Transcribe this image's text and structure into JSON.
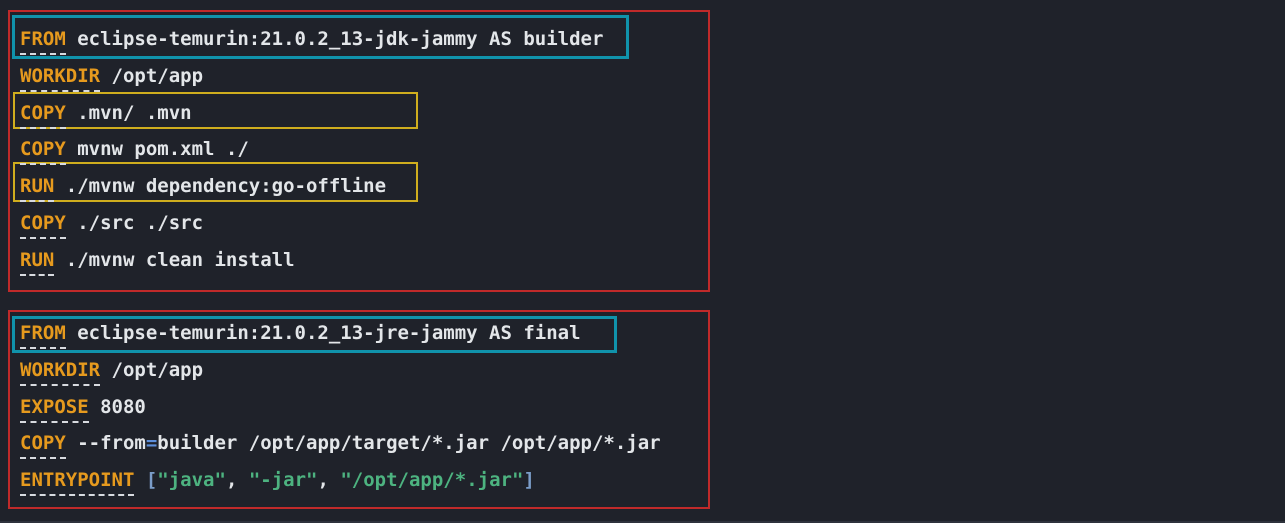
{
  "colors": {
    "background": "#1f222a",
    "plain": "#e3e6e9",
    "keyword": "#e69a1e",
    "string": "#4db380",
    "bracket": "#7b9dc9",
    "operator": "#5d8fdb",
    "underline": "#d8dbe0",
    "red_box": "#c02a2a",
    "cyan_box": "#1093ab",
    "yellow_box": "#cfae1e"
  },
  "annotations": [
    {
      "name": "builder-stage-outline",
      "color": "red",
      "wraps": "entire builder stage block"
    },
    {
      "name": "base-image-highlight-builder",
      "color": "cyan",
      "wraps": "FROM eclipse-temurin:21.0.2_13-jdk-jammy AS builder"
    },
    {
      "name": "copy-mvn-highlight",
      "color": "yellow",
      "wraps": "COPY .mvn/ .mvn"
    },
    {
      "name": "run-dependency-highlight",
      "color": "yellow",
      "wraps": "RUN ./mvnw dependency:go-offline"
    },
    {
      "name": "final-stage-outline",
      "color": "red",
      "wraps": "entire final stage block"
    },
    {
      "name": "base-image-highlight-final",
      "color": "cyan",
      "wraps": "FROM eclipse-temurin:21.0.2_13-jre-jammy AS final"
    }
  ],
  "code": {
    "language": "dockerfile",
    "blocks": [
      {
        "name": "builder-stage",
        "lines": [
          {
            "id": "from-builder",
            "segments": [
              {
                "t": "FROM",
                "c": "keyword"
              },
              {
                "t": " eclipse-temurin:21.0.2_13-jdk-jammy AS builder",
                "c": "plain"
              }
            ]
          },
          {
            "id": "workdir-builder",
            "segments": [
              {
                "t": "WORKDIR",
                "c": "keyword"
              },
              {
                "t": " /opt/app",
                "c": "plain"
              }
            ]
          },
          {
            "id": "copy-mvn",
            "segments": [
              {
                "t": "COPY",
                "c": "keyword"
              },
              {
                "t": " .mvn/ .mvn",
                "c": "plain"
              }
            ]
          },
          {
            "id": "copy-mvnw-pom",
            "segments": [
              {
                "t": "COPY",
                "c": "keyword"
              },
              {
                "t": " mvnw pom.xml ./",
                "c": "plain"
              }
            ]
          },
          {
            "id": "run-dependency",
            "segments": [
              {
                "t": "RUN",
                "c": "keyword"
              },
              {
                "t": " ./mvnw dependency:go-offline",
                "c": "plain"
              }
            ]
          },
          {
            "id": "copy-src",
            "segments": [
              {
                "t": "COPY",
                "c": "keyword"
              },
              {
                "t": " ./src ./src",
                "c": "plain"
              }
            ]
          },
          {
            "id": "run-install",
            "segments": [
              {
                "t": "RUN",
                "c": "keyword"
              },
              {
                "t": " ./mvnw clean install",
                "c": "plain"
              }
            ]
          }
        ]
      },
      {
        "name": "final-stage",
        "lines": [
          {
            "id": "from-final",
            "segments": [
              {
                "t": "FROM",
                "c": "keyword"
              },
              {
                "t": " eclipse-temurin:21.0.2_13-jre-jammy AS final",
                "c": "plain"
              }
            ]
          },
          {
            "id": "workdir-final",
            "segments": [
              {
                "t": "WORKDIR",
                "c": "keyword"
              },
              {
                "t": " /opt/app",
                "c": "plain"
              }
            ]
          },
          {
            "id": "expose-port",
            "segments": [
              {
                "t": "EXPOSE",
                "c": "keyword"
              },
              {
                "t": " 8080",
                "c": "plain"
              }
            ]
          },
          {
            "id": "copy-from-builder",
            "segments": [
              {
                "t": "COPY",
                "c": "keyword"
              },
              {
                "t": " --from",
                "c": "plain"
              },
              {
                "t": "=",
                "c": "operator"
              },
              {
                "t": "builder /opt/app/target/*.jar /opt/app/*.jar",
                "c": "plain"
              }
            ]
          },
          {
            "id": "entrypoint",
            "segments": [
              {
                "t": "ENTRYPOINT",
                "c": "keyword"
              },
              {
                "t": " ",
                "c": "plain"
              },
              {
                "t": "[",
                "c": "bracket"
              },
              {
                "t": "\"java\"",
                "c": "string"
              },
              {
                "t": ", ",
                "c": "plain"
              },
              {
                "t": "\"-jar\"",
                "c": "string"
              },
              {
                "t": ", ",
                "c": "plain"
              },
              {
                "t": "\"/opt/app/*.jar\"",
                "c": "string"
              },
              {
                "t": "]",
                "c": "bracket"
              }
            ]
          }
        ]
      }
    ]
  }
}
